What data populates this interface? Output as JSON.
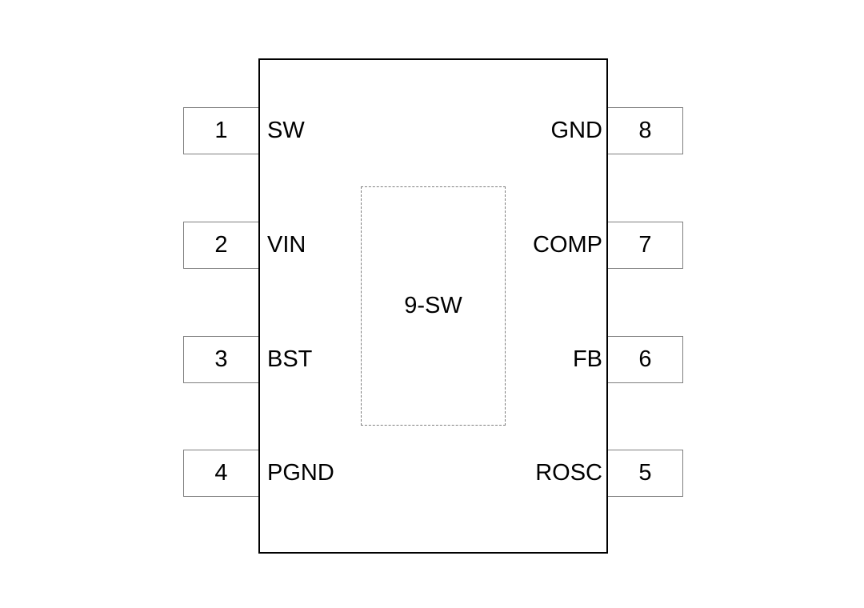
{
  "diagram": {
    "type": "ic-pinout",
    "package": {
      "center_label": "9-SW"
    },
    "pins": {
      "left": [
        {
          "number": "1",
          "name": "SW"
        },
        {
          "number": "2",
          "name": "VIN"
        },
        {
          "number": "3",
          "name": "BST"
        },
        {
          "number": "4",
          "name": "PGND"
        }
      ],
      "right": [
        {
          "number": "8",
          "name": "GND"
        },
        {
          "number": "7",
          "name": "COMP"
        },
        {
          "number": "6",
          "name": "FB"
        },
        {
          "number": "5",
          "name": "ROSC"
        }
      ]
    },
    "colors": {
      "background": "#ffffff",
      "chip_border": "#000000",
      "pin_border": "#7f7f7f",
      "text": "#000000"
    }
  }
}
